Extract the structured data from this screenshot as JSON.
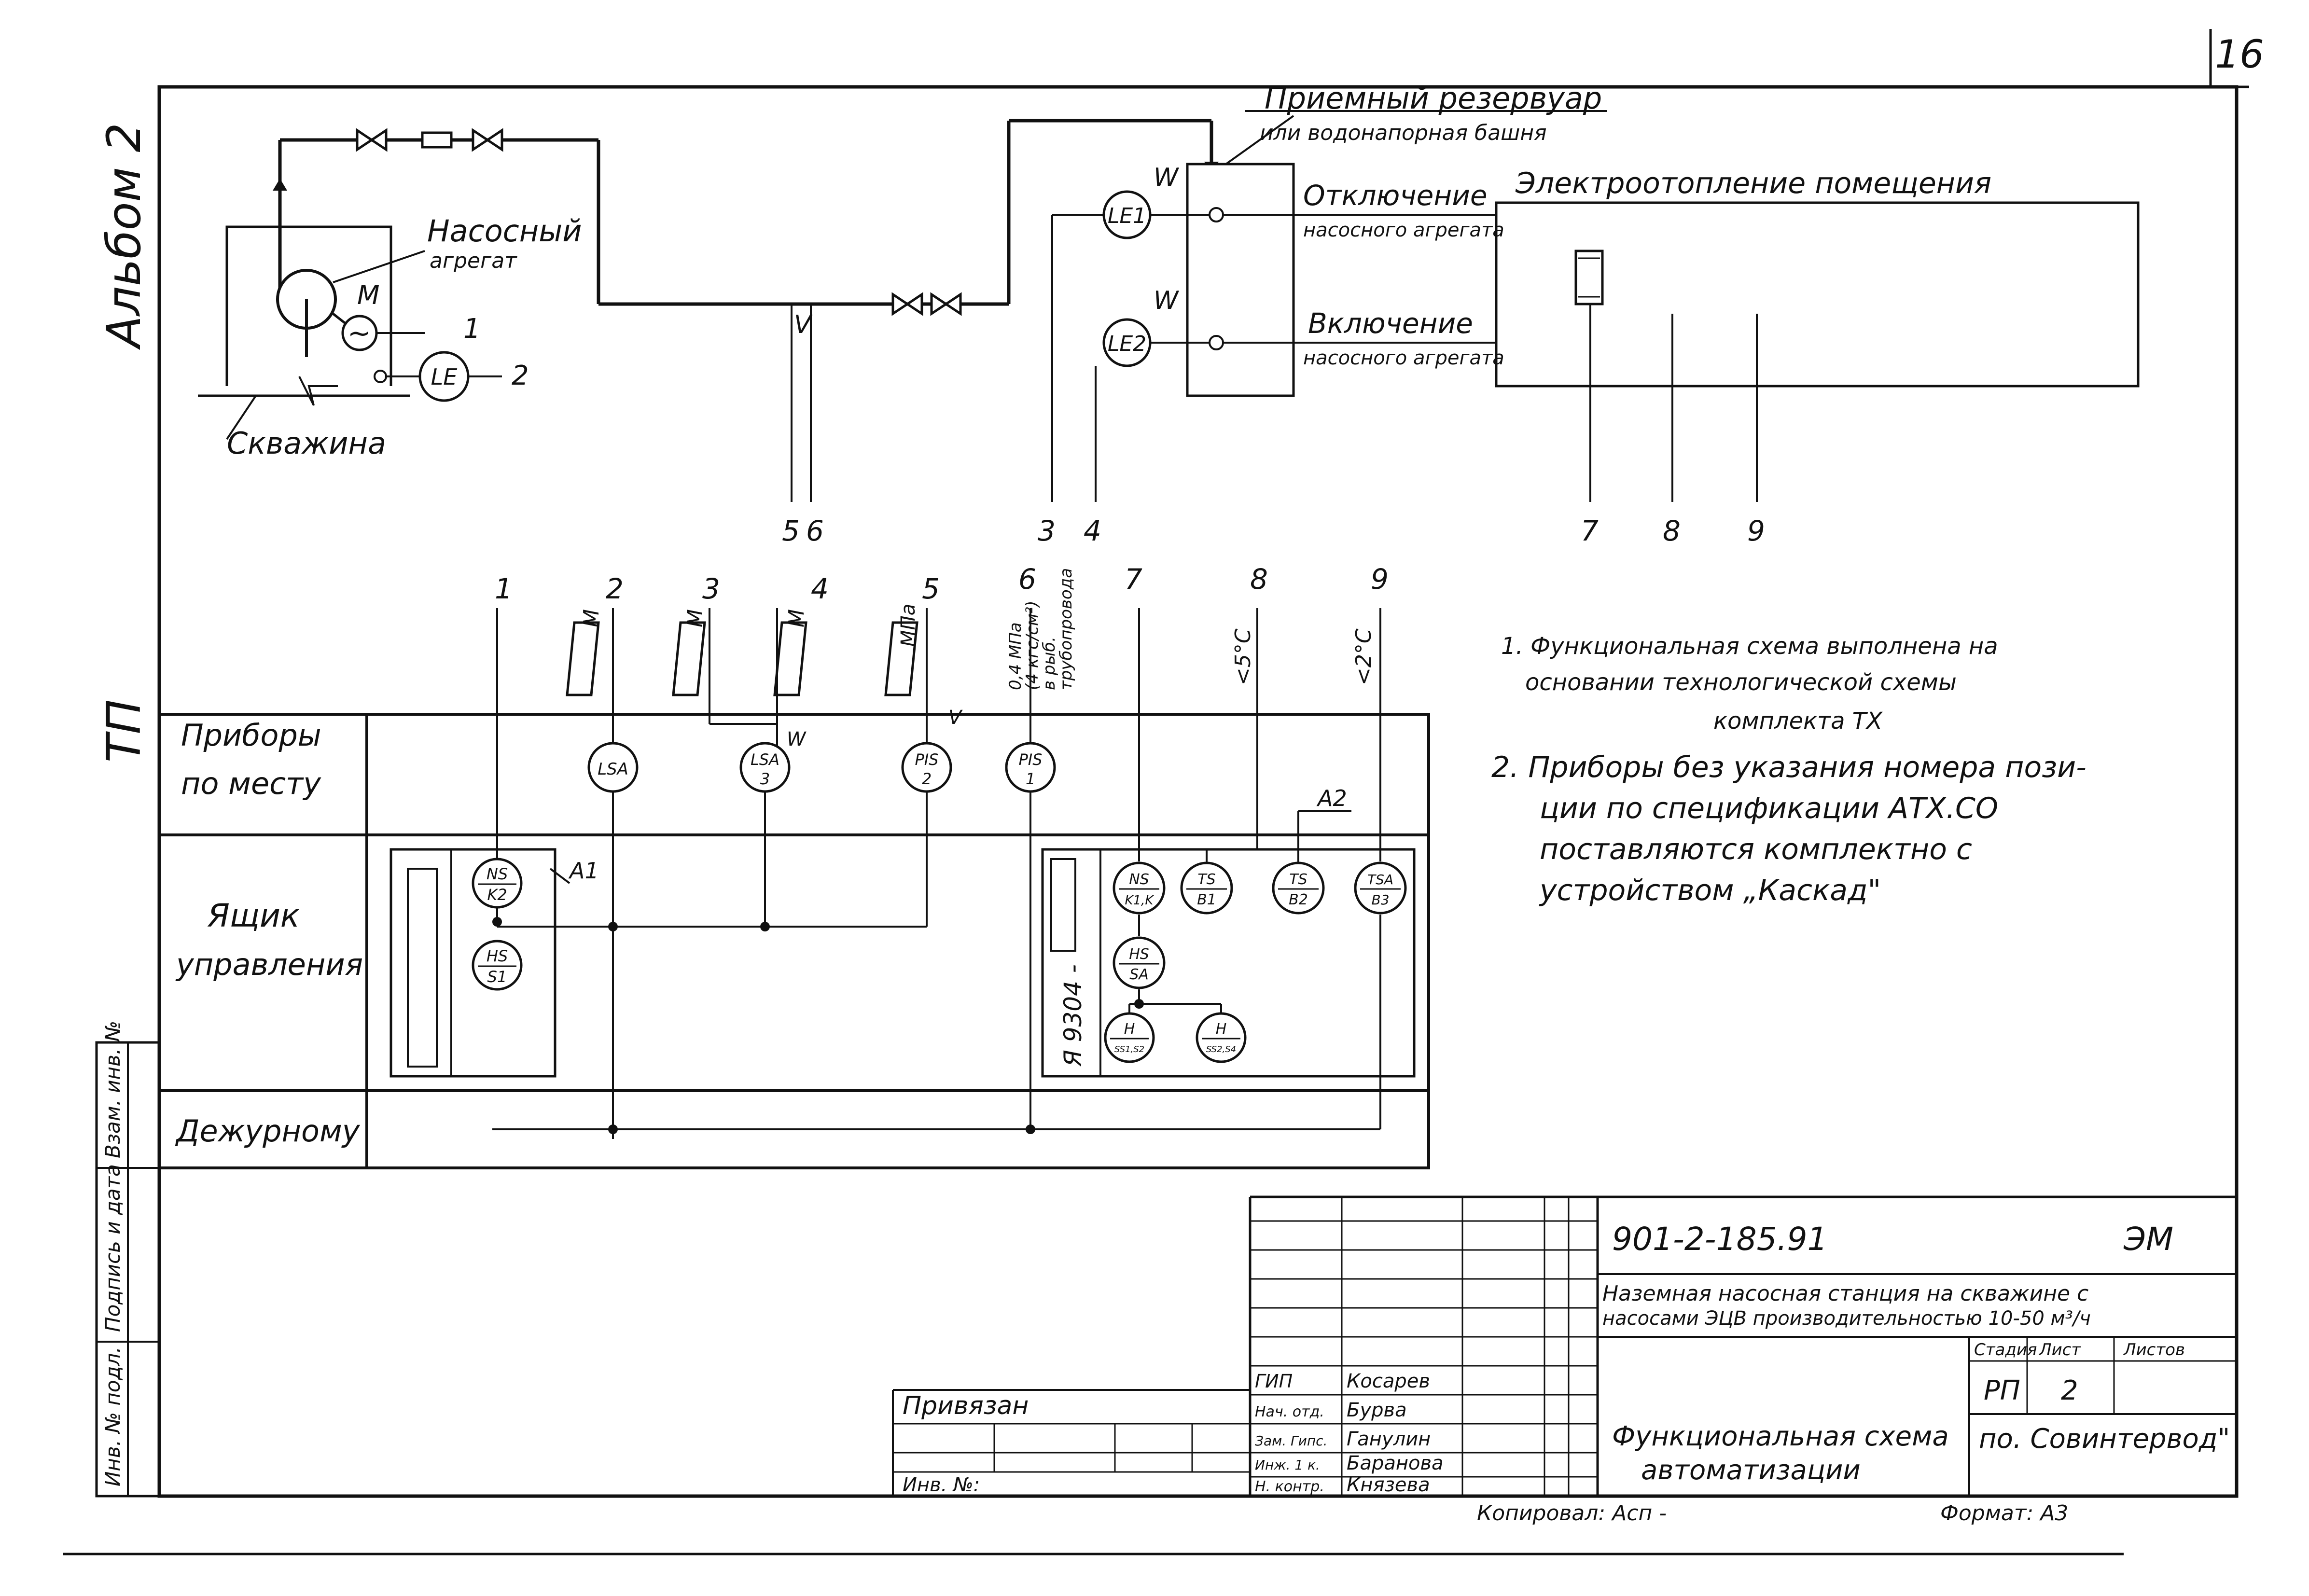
{
  "sheet_number": "16",
  "side_labels": {
    "album": "Альбом 2",
    "tp": "ТП"
  },
  "side_stamp": [
    "Инв. № подл.",
    "Подпись и дата",
    "Взам. инв. №"
  ],
  "process": {
    "well": "Скважина",
    "pump_unit": [
      "Насосный",
      "агрегат"
    ],
    "motor": "M",
    "level_element": "LE",
    "reservoir": [
      "Приемный резервуар",
      "или водонапорная башня"
    ],
    "le1": "LE1",
    "le2": "LE2",
    "w_mark": "W",
    "v_mark": "V",
    "off_label": [
      "Отключение",
      "насосного агрегата"
    ],
    "on_label": [
      "Включение",
      "насосного агрегата"
    ],
    "heating": "Электроотопление помещения",
    "top_numbers": [
      "1",
      "2",
      "5",
      "6",
      "3",
      "4",
      "7",
      "8",
      "9"
    ]
  },
  "rows": {
    "local": [
      "Приборы",
      "по месту"
    ],
    "box": [
      "Ящик",
      "управления"
    ],
    "duty": "Дежурному"
  },
  "columns": [
    {
      "num": "1",
      "note": ""
    },
    {
      "num": "2",
      "note": "М"
    },
    {
      "num": "3",
      "note": "М"
    },
    {
      "num": "4",
      "note": "М"
    },
    {
      "num": "5",
      "note": "МПа"
    },
    {
      "num": "6",
      "note": [
        "0,4 МПа",
        "(4 кгс/см²)",
        "в рыб.",
        "трубопровода"
      ]
    },
    {
      "num": "7",
      "note": ""
    },
    {
      "num": "8",
      "note": "<5°С"
    },
    {
      "num": "9",
      "note": "<2°С"
    }
  ],
  "instruments": {
    "lsa": "LSA",
    "lsa3": [
      "LSA",
      "3"
    ],
    "pis2": [
      "PIS",
      "2"
    ],
    "pis1": [
      "PIS",
      "1"
    ],
    "ns_k2": [
      "NS",
      "K2"
    ],
    "hs_s1": [
      "HS",
      "S1"
    ],
    "ns_k1k": [
      "NS",
      "K1,K"
    ],
    "ts_b1": [
      "TS",
      "B1"
    ],
    "ts_b2": [
      "TS",
      "B2"
    ],
    "tsa_b3": [
      "TSA",
      "B3"
    ],
    "hs_sa": [
      "HS",
      "SA"
    ],
    "h1": [
      "H",
      "SS1,S2"
    ],
    "h2": [
      "H",
      "SS2,S4"
    ],
    "a1": "А1",
    "a2": "А2",
    "device": "Я 9304 -"
  },
  "notes": [
    "1. Функциональная схема выполнена на",
    "основании технологической схемы",
    "комплекта ТХ",
    "2. Приборы без указания номера пози-",
    "ции по спецификации АТХ.СО",
    "поставляются комплектно с",
    "устройством „Каскад\""
  ],
  "title_block": {
    "code": "901-2-185.91",
    "mark": "ЭМ",
    "project": [
      "Наземная насосная станция на скважине с",
      "насосами ЭЦВ производительностью 10-50 м³/ч"
    ],
    "stage_header": [
      "Стадия",
      "Лист",
      "Листов"
    ],
    "stage": "РП",
    "sheet": "2",
    "sheets": "",
    "drawing_name": [
      "Функциональная схема",
      "автоматизации"
    ],
    "org": "по. Совинтервод\"",
    "tied": "Привязан",
    "inv": "Инв. №:",
    "roles": [
      "ГИП",
      "Нач. отд.",
      "Зам. Гипс.",
      "Инж. 1 к.",
      "Н. контр."
    ],
    "names": [
      "Косарев",
      "Бурва",
      "Ганулин",
      "Баранова",
      "Князева"
    ],
    "copied": "Копировал: Асп -",
    "format": "Формат: А3"
  }
}
